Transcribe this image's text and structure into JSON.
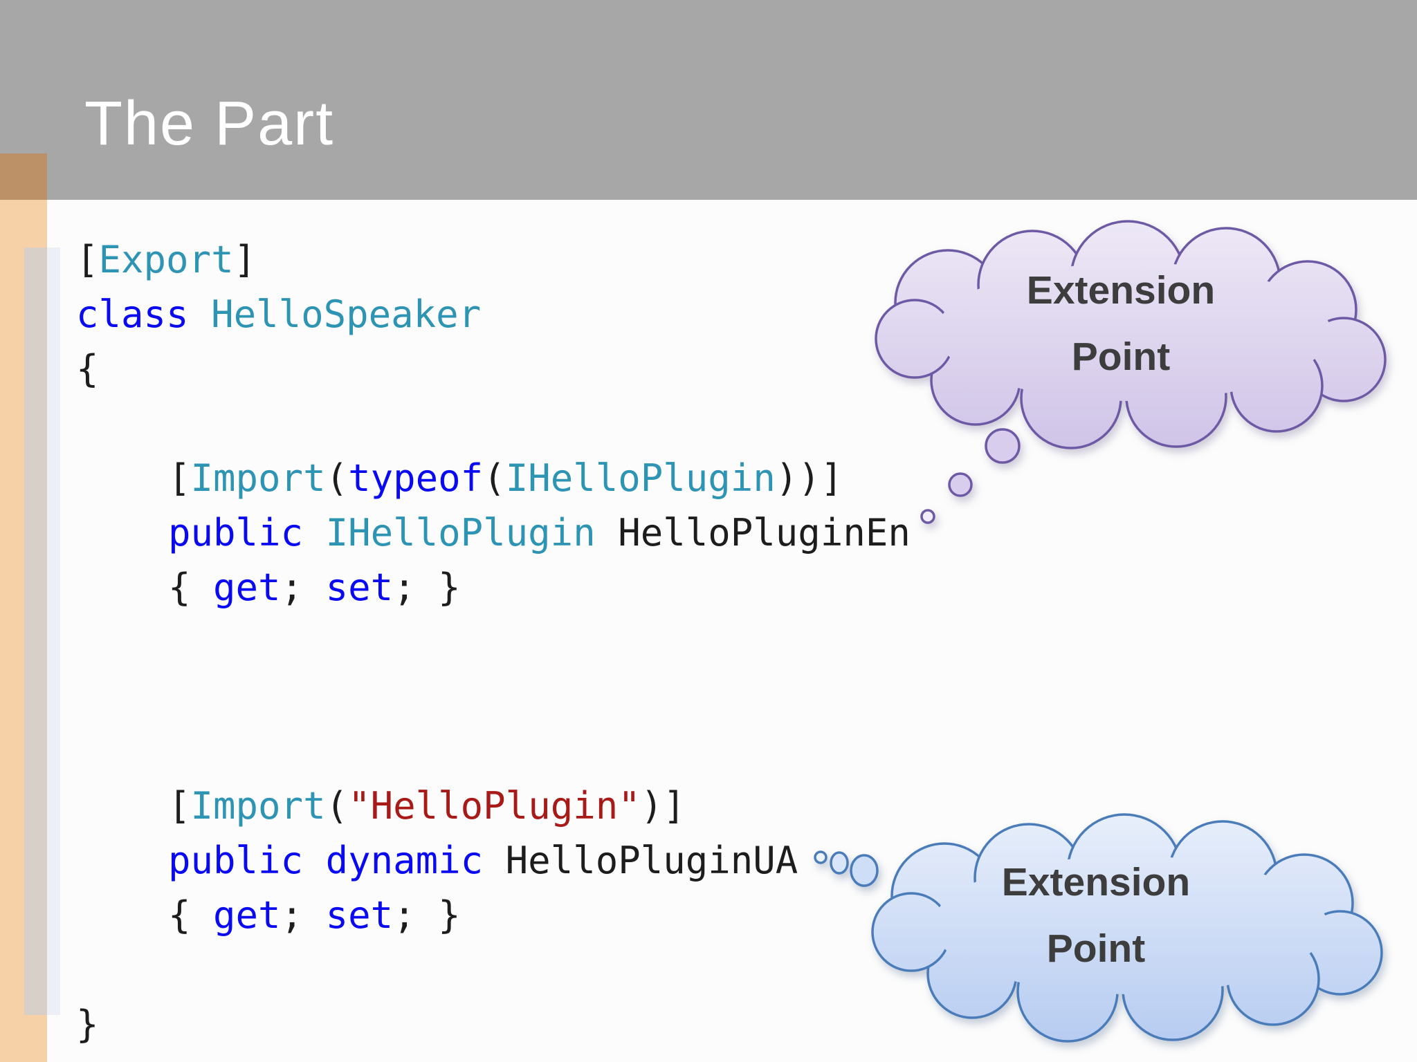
{
  "slide": {
    "title": "The Part"
  },
  "code": {
    "language_hint": "C#",
    "lines": [
      {
        "indent": 0,
        "tokens": [
          {
            "t": "[",
            "c": "p"
          },
          {
            "t": "Export",
            "c": "t"
          },
          {
            "t": "]",
            "c": "p"
          }
        ]
      },
      {
        "indent": 0,
        "tokens": [
          {
            "t": "class ",
            "c": "k"
          },
          {
            "t": "HelloSpeaker",
            "c": "t"
          }
        ]
      },
      {
        "indent": 0,
        "tokens": [
          {
            "t": "{",
            "c": "p"
          }
        ]
      },
      {
        "indent": 0,
        "tokens": []
      },
      {
        "indent": 1,
        "tokens": [
          {
            "t": "[",
            "c": "p"
          },
          {
            "t": "Import",
            "c": "t"
          },
          {
            "t": "(",
            "c": "p"
          },
          {
            "t": "typeof",
            "c": "k"
          },
          {
            "t": "(",
            "c": "p"
          },
          {
            "t": "IHelloPlugin",
            "c": "t"
          },
          {
            "t": "))]",
            "c": "p"
          }
        ]
      },
      {
        "indent": 1,
        "tokens": [
          {
            "t": "public ",
            "c": "k"
          },
          {
            "t": "IHelloPlugin ",
            "c": "t"
          },
          {
            "t": "HelloPluginEn",
            "c": "p"
          }
        ]
      },
      {
        "indent": 1,
        "tokens": [
          {
            "t": "{ ",
            "c": "p"
          },
          {
            "t": "get",
            "c": "k"
          },
          {
            "t": "; ",
            "c": "p"
          },
          {
            "t": "set",
            "c": "k"
          },
          {
            "t": "; }",
            "c": "p"
          }
        ]
      },
      {
        "indent": 0,
        "tokens": []
      },
      {
        "indent": 0,
        "tokens": []
      },
      {
        "indent": 0,
        "tokens": []
      },
      {
        "indent": 1,
        "tokens": [
          {
            "t": "[",
            "c": "p"
          },
          {
            "t": "Import",
            "c": "t"
          },
          {
            "t": "(",
            "c": "p"
          },
          {
            "t": "\"HelloPlugin\"",
            "c": "s"
          },
          {
            "t": ")]",
            "c": "p"
          }
        ]
      },
      {
        "indent": 1,
        "tokens": [
          {
            "t": "public ",
            "c": "k"
          },
          {
            "t": "dynamic ",
            "c": "k"
          },
          {
            "t": "HelloPluginUA",
            "c": "p"
          }
        ]
      },
      {
        "indent": 1,
        "tokens": [
          {
            "t": "{ ",
            "c": "p"
          },
          {
            "t": "get",
            "c": "k"
          },
          {
            "t": "; ",
            "c": "p"
          },
          {
            "t": "set",
            "c": "k"
          },
          {
            "t": "; }",
            "c": "p"
          }
        ]
      },
      {
        "indent": 0,
        "tokens": []
      },
      {
        "indent": 0,
        "tokens": [
          {
            "t": "}",
            "c": "p"
          }
        ]
      }
    ]
  },
  "callouts": {
    "cloud1": {
      "line1": "Extension",
      "line2": "Point"
    },
    "cloud2": {
      "line1": "Extension",
      "line2": "Point"
    }
  },
  "colors": {
    "header_gray": "#a7a7a7",
    "title_text": "#ffffff",
    "stripe_orange": "#f6d0a6",
    "stripe_tan_dark": "#bd9167",
    "code_keyword_blue": "#0a0af2",
    "code_type_teal": "#2e94b4",
    "code_string_red": "#a81a18",
    "code_plain": "#1d1d1d",
    "cloud1_fill_top": "#efeaf7",
    "cloud1_fill_bottom": "#cfc3e7",
    "cloud1_stroke": "#6e59a5",
    "cloud2_fill_top": "#e8effb",
    "cloud2_fill_bottom": "#b7ccf1",
    "cloud2_stroke": "#4a7cba",
    "cloud_text": "#3d3d3d"
  }
}
